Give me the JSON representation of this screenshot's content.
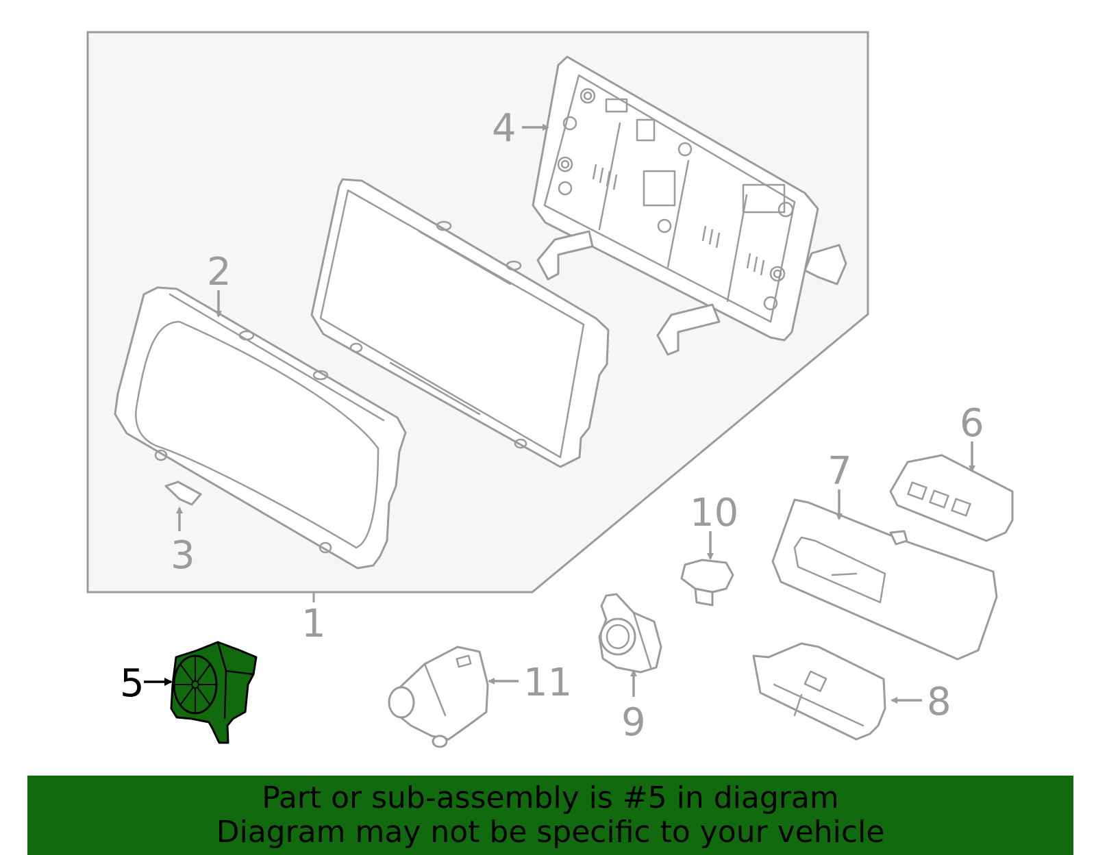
{
  "callouts": {
    "p1": "1",
    "p2": "2",
    "p3": "3",
    "p4": "4",
    "p5": "5",
    "p6": "6",
    "p7": "7",
    "p8": "8",
    "p9": "9",
    "p10": "10",
    "p11": "11"
  },
  "highlighted_part": "5",
  "colors": {
    "highlight_fill": "#116b0e",
    "outline": "#9b9b9b",
    "assembly_panel": "#f6f6f6",
    "banner_background": "#116b0e"
  },
  "banner": {
    "line1": "Part or sub-assembly is #5 in diagram",
    "line2": "Diagram may not be specific to your vehicle"
  }
}
